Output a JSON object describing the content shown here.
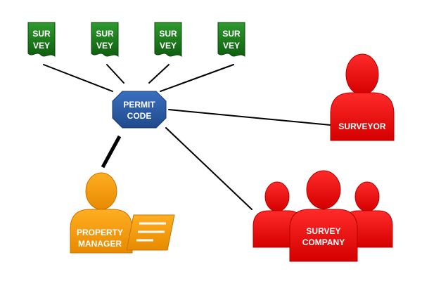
{
  "surveys": [
    {
      "line1": "SUR",
      "line2": "VEY"
    },
    {
      "line1": "SUR",
      "line2": "VEY"
    },
    {
      "line1": "SUR",
      "line2": "VEY"
    },
    {
      "line1": "SUR",
      "line2": "VEY"
    }
  ],
  "permit": {
    "line1": "PERMIT",
    "line2": "CODE"
  },
  "surveyor": {
    "label": "SURVEYOR"
  },
  "property_manager": {
    "line1": "PROPERTY",
    "line2": "MANAGER"
  },
  "survey_company": {
    "line1": "SURVEY",
    "line2": "COMPANY"
  },
  "colors": {
    "survey_green": "#1a7a1a",
    "permit_blue": "#2a5aa0",
    "red": "#ee0000",
    "orange": "#f59a00",
    "line": "#000000"
  }
}
